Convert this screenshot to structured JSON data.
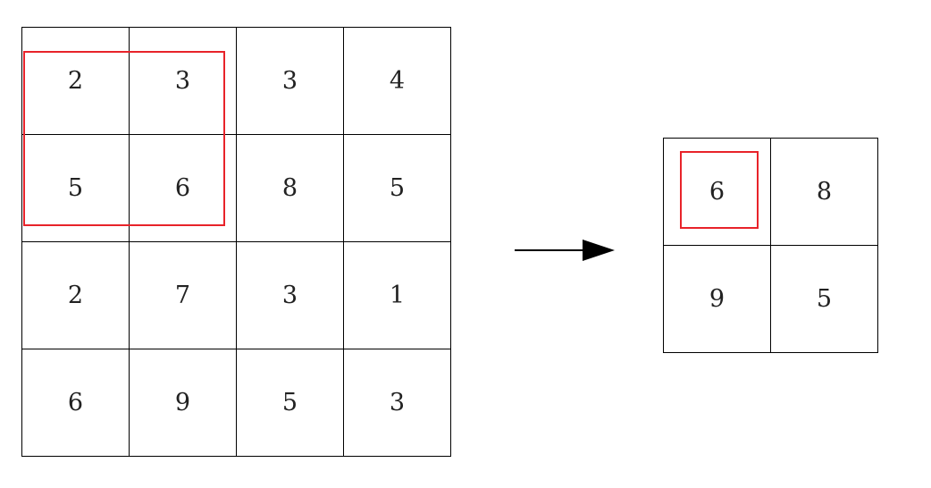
{
  "input_matrix": [
    [
      "2",
      "3",
      "3",
      "4"
    ],
    [
      "5",
      "6",
      "8",
      "5"
    ],
    [
      "2",
      "7",
      "3",
      "1"
    ],
    [
      "6",
      "9",
      "5",
      "3"
    ]
  ],
  "output_matrix": [
    [
      "6",
      "8"
    ],
    [
      "9",
      "5"
    ]
  ],
  "colors": {
    "highlight": "#e8232a",
    "grid_line": "#000000",
    "arrow": "#000000"
  },
  "icons": {
    "arrow": "right-arrow-icon"
  }
}
